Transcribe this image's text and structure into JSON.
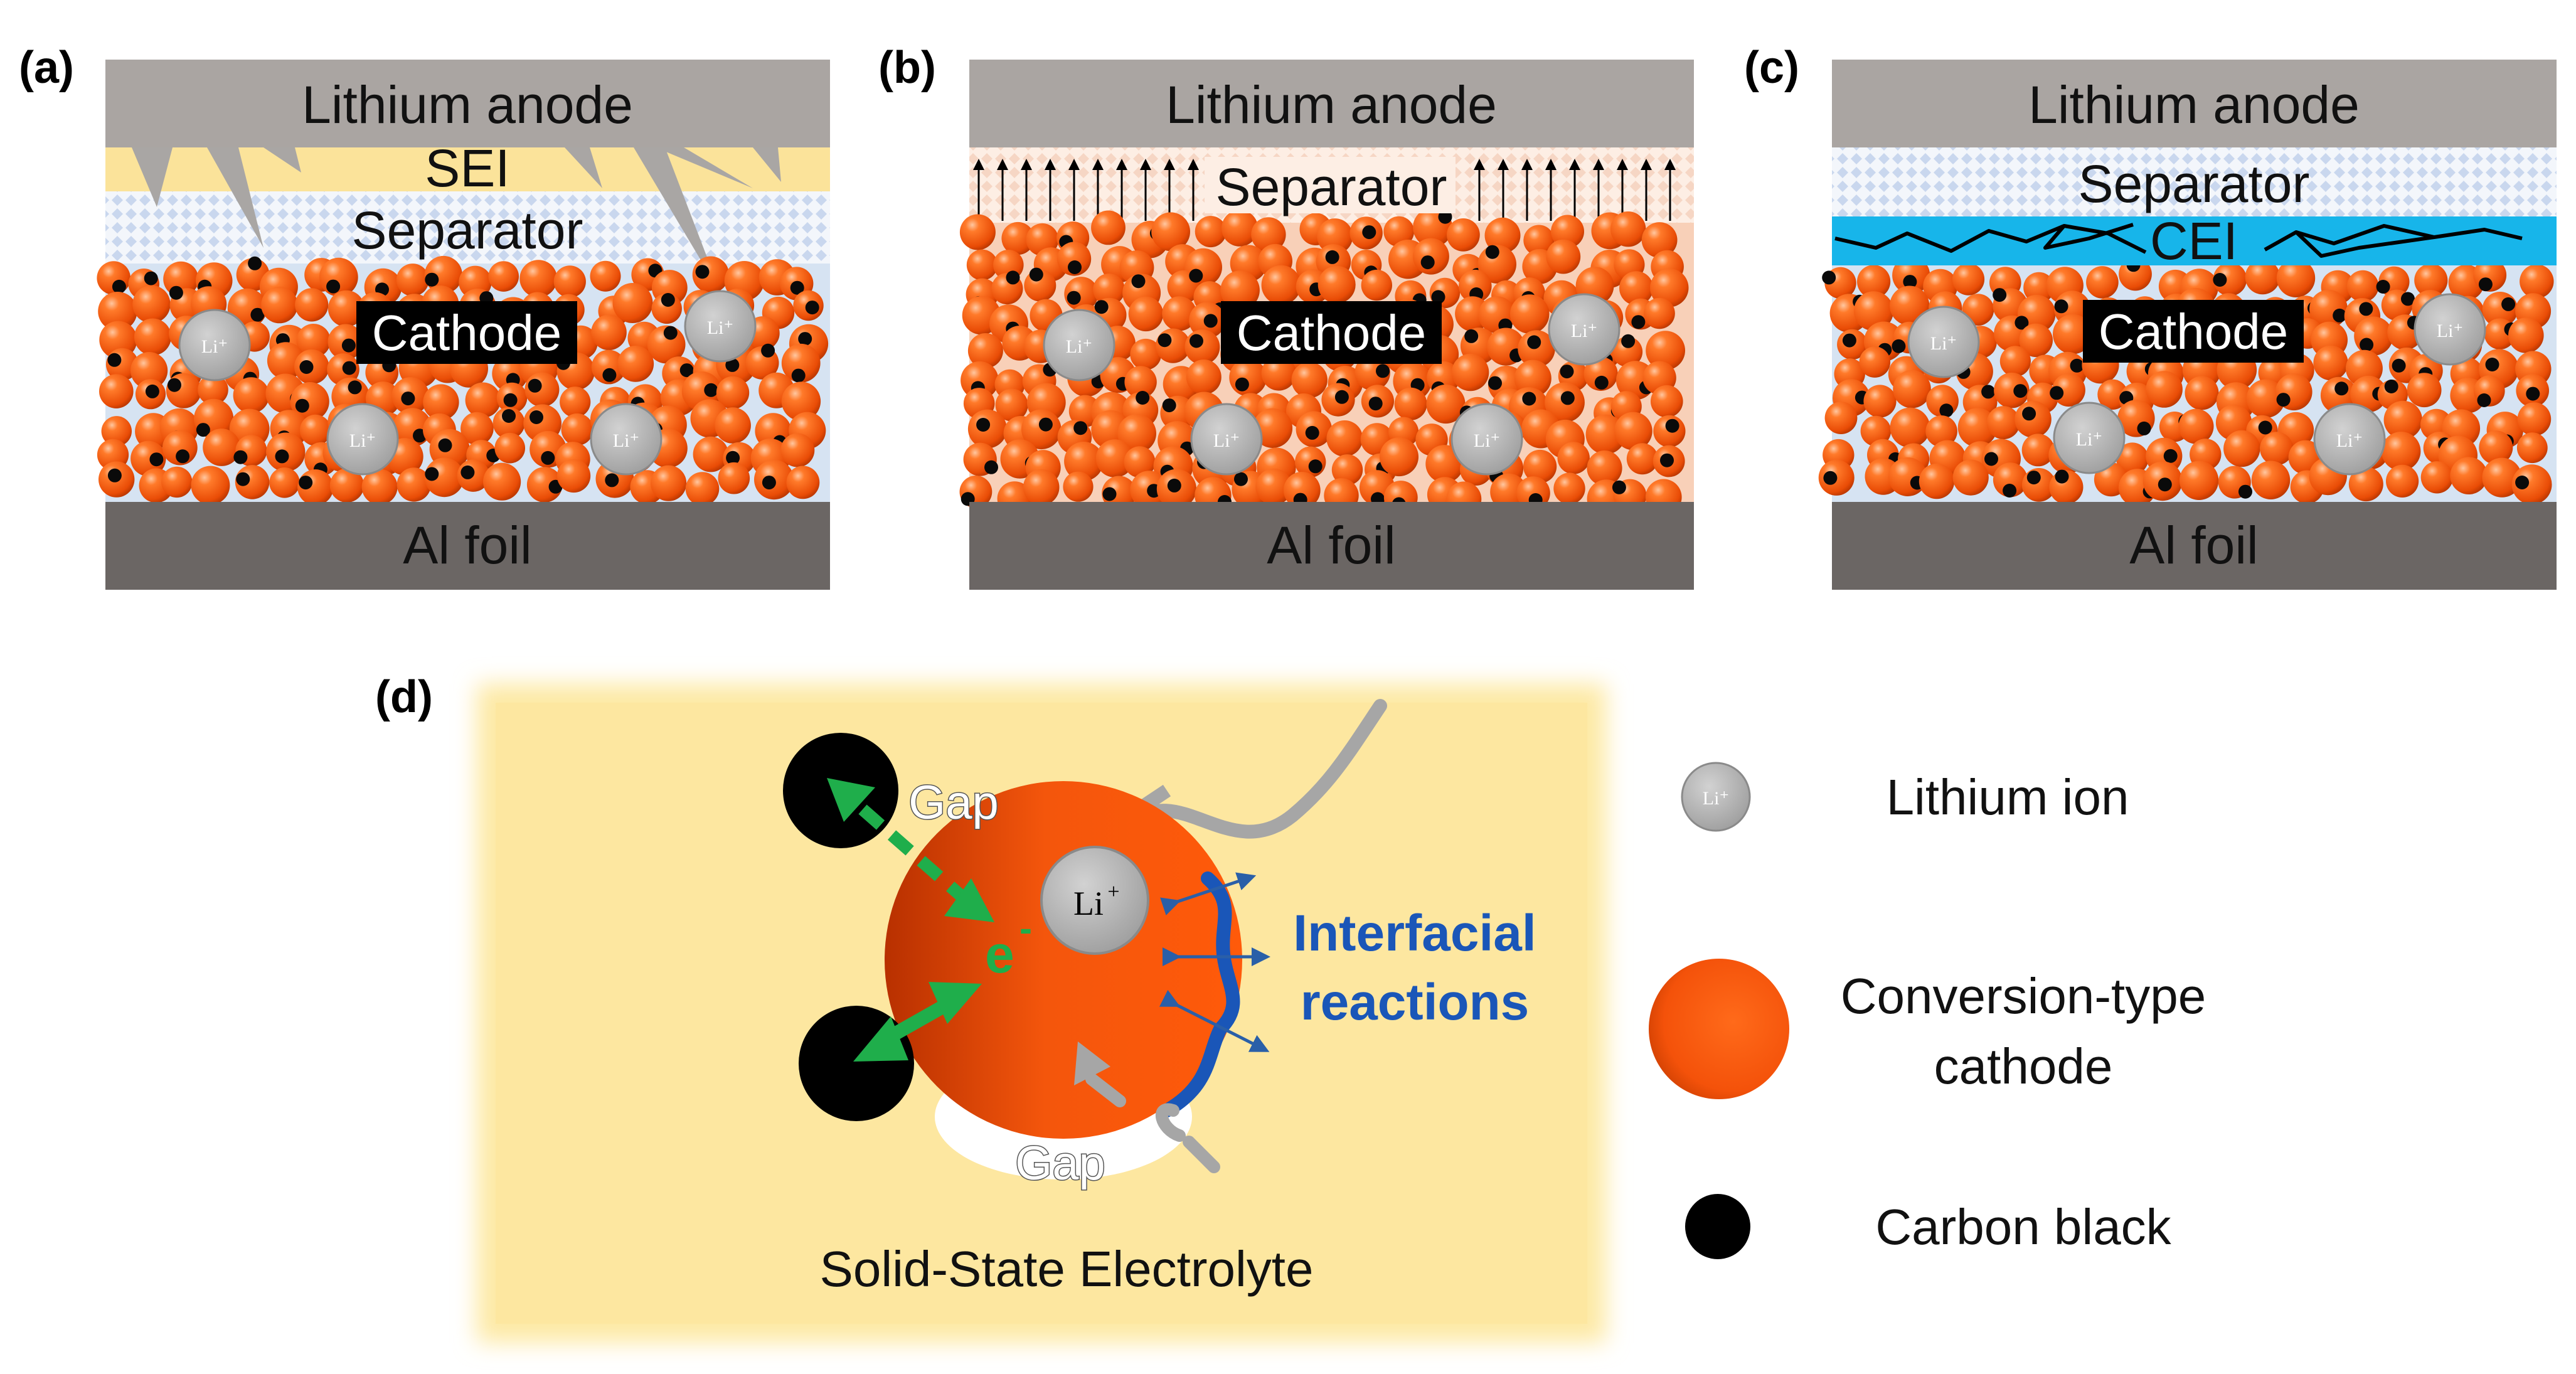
{
  "panels": [
    {
      "id": "a",
      "label": "(a)",
      "anode": "Lithium anode",
      "interlayer": "SEI",
      "separator": "Separator",
      "cathode": "Cathode",
      "current_collector": "Al foil",
      "li_label": "Li⁺"
    },
    {
      "id": "b",
      "label": "(b)",
      "anode": "Lithium anode",
      "separator": "Separator",
      "cathode": "Cathode",
      "current_collector": "Al foil",
      "li_label": "Li⁺"
    },
    {
      "id": "c",
      "label": "(c)",
      "anode": "Lithium anode",
      "separator": "Separator",
      "interlayer": "CEI",
      "cathode": "Cathode",
      "current_collector": "Al foil",
      "li_label": "Li⁺"
    }
  ],
  "panel_d": {
    "label": "(d)",
    "gap_top": "Gap",
    "gap_bottom": "Gap",
    "electron": "e",
    "electron_sup": "-",
    "li_label": "Li",
    "li_sup": "+",
    "interfacial_line1": "Interfacial",
    "interfacial_line2": "reactions",
    "electrolyte": "Solid-State Electrolyte"
  },
  "legend": {
    "li_icon_label": "Li⁺",
    "lithium_ion": "Lithium ion",
    "cathode_line1": "Conversion-type",
    "cathode_line2": "cathode",
    "carbon_black": "Carbon black"
  },
  "colors": {
    "anode": "#aaa5a2",
    "foil": "#6b6664",
    "sei": "#fbe39a",
    "cei": "#17b5ea",
    "cathode_bg_a": "#d6e3f2",
    "cathode_bg_b": "#f8d0b8",
    "particle": "#f45a10",
    "electrolyte": "#fde9a4",
    "interfacial": "#1a56b8",
    "electron_path": "#1fae4b"
  }
}
